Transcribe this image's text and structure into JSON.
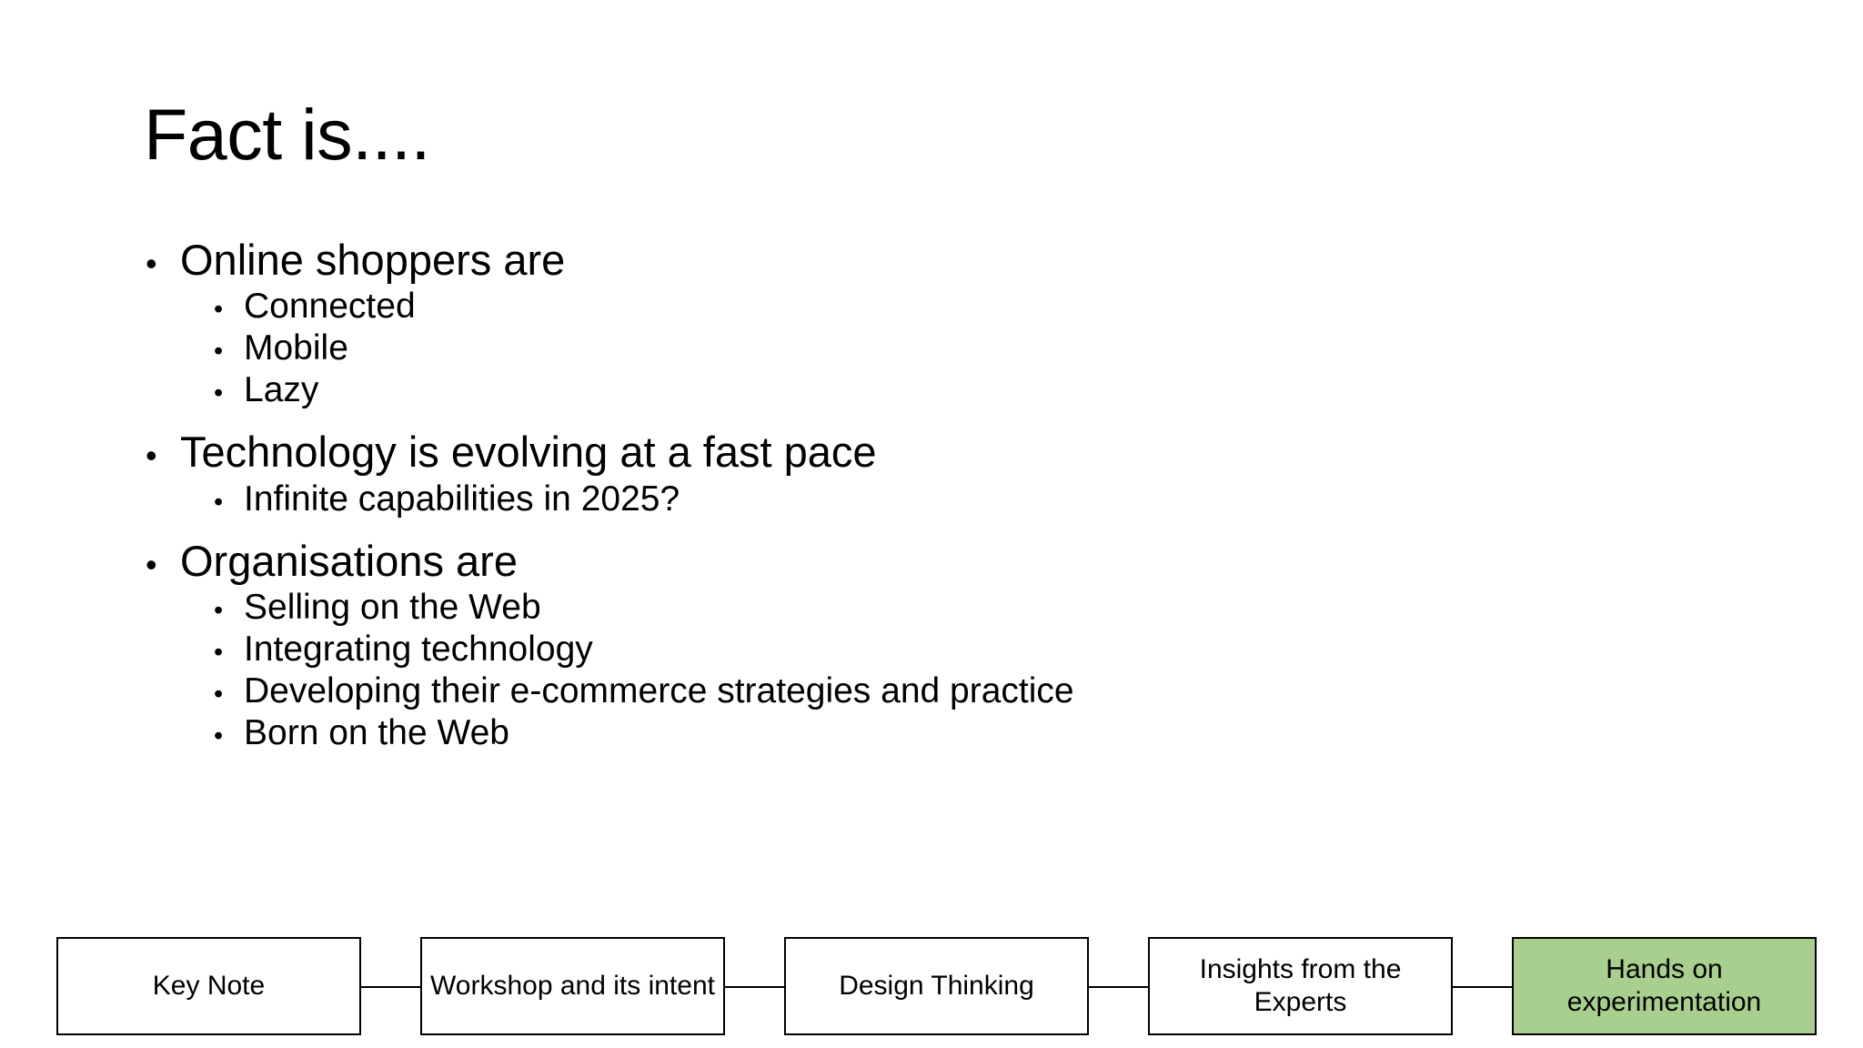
{
  "slide": {
    "title": "Fact is....",
    "background_color": "#FFFFFF",
    "text_color": "#000000",
    "bullet_glyph": "•"
  },
  "content": {
    "groups": [
      {
        "heading": "Online shoppers are",
        "subitems": [
          "Connected",
          "Mobile",
          "Lazy"
        ]
      },
      {
        "heading": "Technology is evolving at a fast pace",
        "subitems": [
          "Infinite capabilities in 2025?"
        ]
      },
      {
        "heading": "Organisations are",
        "subitems": [
          "Selling on the Web",
          "Integrating technology",
          "Developing their e-commerce strategies and practice",
          "Born on the Web"
        ]
      }
    ]
  },
  "flow": {
    "highlight_color": "#A9CF8F",
    "steps": [
      {
        "label": "Key Note",
        "highlighted": false
      },
      {
        "label": "Workshop and its intent",
        "highlighted": false
      },
      {
        "label": "Design Thinking",
        "highlighted": false
      },
      {
        "label": "Insights from the Experts",
        "highlighted": false
      },
      {
        "label": "Hands on experimentation",
        "highlighted": true
      }
    ]
  }
}
